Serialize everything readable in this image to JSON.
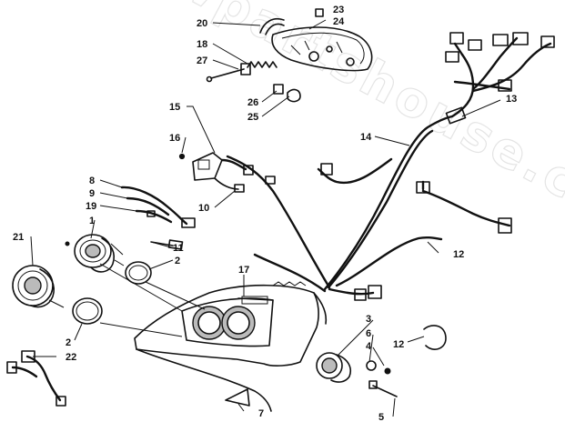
{
  "watermark": "blwpartshouse.com",
  "callouts": [
    {
      "id": "c20",
      "text": "20"
    },
    {
      "id": "c23",
      "text": "23"
    },
    {
      "id": "c24",
      "text": "24"
    },
    {
      "id": "c18",
      "text": "18"
    },
    {
      "id": "c27",
      "text": "27"
    },
    {
      "id": "c26",
      "text": "26"
    },
    {
      "id": "c25",
      "text": "25"
    },
    {
      "id": "c15",
      "text": "15"
    },
    {
      "id": "c16",
      "text": "16"
    },
    {
      "id": "c13",
      "text": "13"
    },
    {
      "id": "c14",
      "text": "14"
    },
    {
      "id": "c8",
      "text": "8"
    },
    {
      "id": "c9",
      "text": "9"
    },
    {
      "id": "c10",
      "text": "10"
    },
    {
      "id": "c19",
      "text": "19"
    },
    {
      "id": "c1",
      "text": "1"
    },
    {
      "id": "c21",
      "text": "21"
    },
    {
      "id": "c11",
      "text": "11"
    },
    {
      "id": "c2a",
      "text": "2"
    },
    {
      "id": "c12a",
      "text": "12"
    },
    {
      "id": "c17",
      "text": "17"
    },
    {
      "id": "c3",
      "text": "3"
    },
    {
      "id": "c6",
      "text": "6"
    },
    {
      "id": "c4",
      "text": "4"
    },
    {
      "id": "c12b",
      "text": "12"
    },
    {
      "id": "c2b",
      "text": "2"
    },
    {
      "id": "c22",
      "text": "22"
    },
    {
      "id": "c7",
      "text": "7"
    },
    {
      "id": "c5",
      "text": "5"
    }
  ]
}
